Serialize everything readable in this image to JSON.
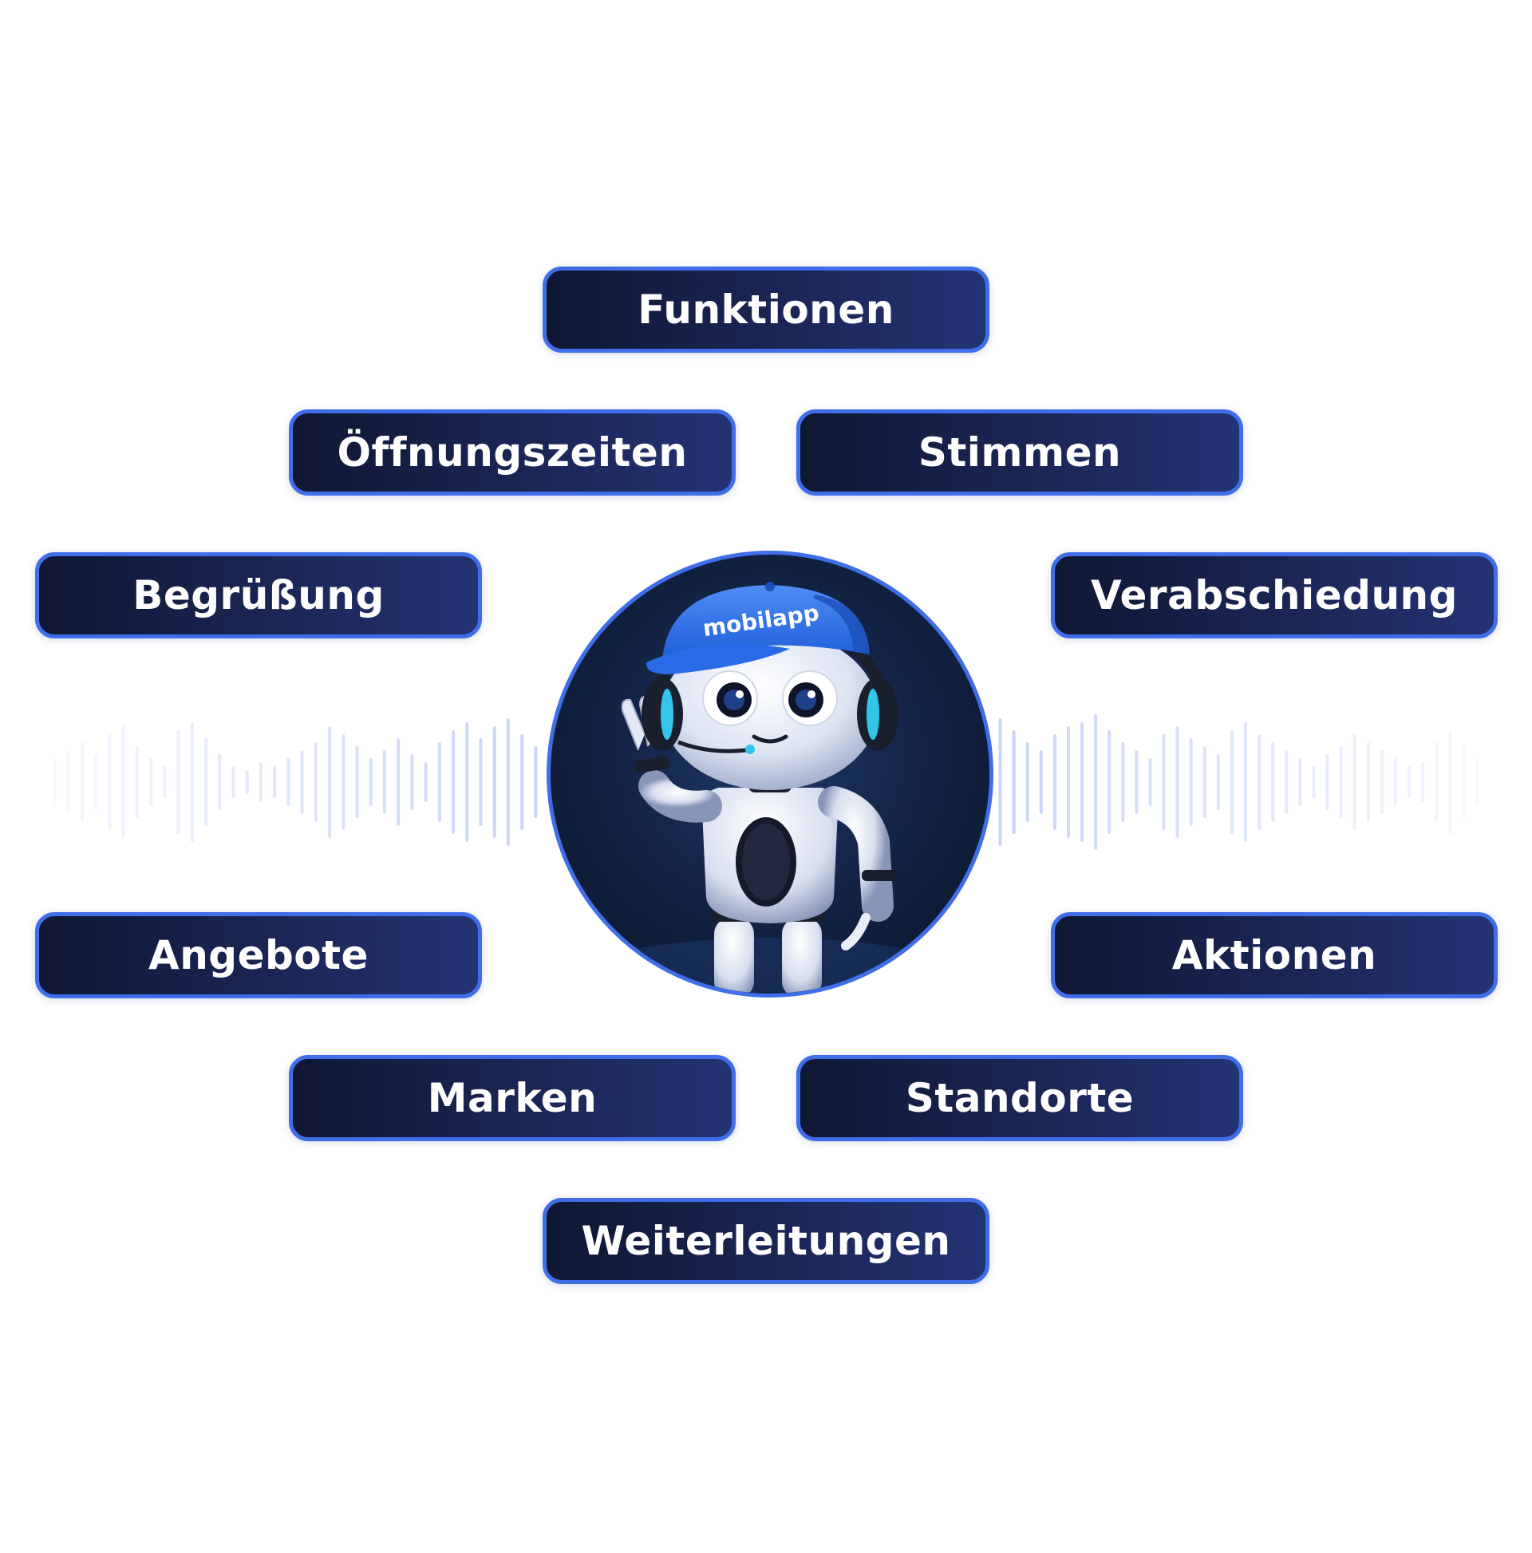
{
  "features": [
    {
      "key": "funktionen",
      "label": "Funktionen"
    },
    {
      "key": "oeffnungszeiten",
      "label": "Öffnungszeiten"
    },
    {
      "key": "stimmen",
      "label": "Stimmen"
    },
    {
      "key": "begruessung",
      "label": "Begrüßung"
    },
    {
      "key": "verabschiedung",
      "label": "Verabschiedung"
    },
    {
      "key": "angebote",
      "label": "Angebote"
    },
    {
      "key": "aktionen",
      "label": "Aktionen"
    },
    {
      "key": "marken",
      "label": "Marken"
    },
    {
      "key": "standorte",
      "label": "Standorte"
    },
    {
      "key": "weiterleitungen",
      "label": "Weiterleitungen"
    }
  ],
  "mascot": {
    "cap_text": "mobilapp"
  },
  "colors": {
    "pill_border": "#3f6ee8",
    "pill_fill_dark": "#0f1733",
    "pill_fill_light": "#233374",
    "wave": "#c9d4f6",
    "accent": "#2f6fe0"
  }
}
